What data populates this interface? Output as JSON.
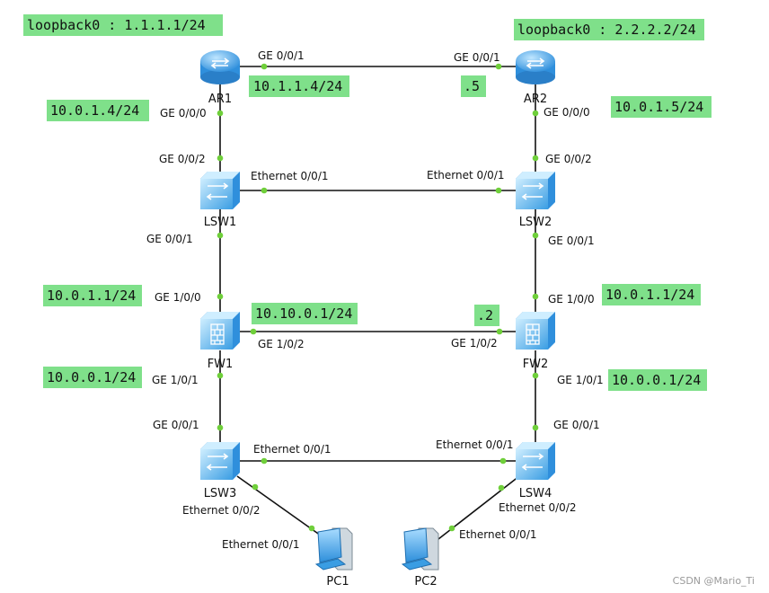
{
  "colors": {
    "tag_bg": "#7fe08a",
    "port_dot": "#6fcf3a",
    "device_blue": "#2f9be6",
    "device_light": "#9bd4f7"
  },
  "devices": {
    "ar1": "AR1",
    "ar2": "AR2",
    "lsw1": "LSW1",
    "lsw2": "LSW2",
    "fw1": "FW1",
    "fw2": "FW2",
    "lsw3": "LSW3",
    "lsw4": "LSW4",
    "pc1": "PC1",
    "pc2": "PC2"
  },
  "ports": {
    "ar1_ge001": "GE 0/0/1",
    "ar2_ge001": "GE 0/0/1",
    "ar1_ge000": "GE 0/0/0",
    "ar2_ge000": "GE 0/0/0",
    "lsw1_ge002": "GE 0/0/2",
    "lsw2_ge002": "GE 0/0/2",
    "lsw1_eth001": "Ethernet 0/0/1",
    "lsw2_eth001": "Ethernet 0/0/1",
    "lsw1_ge001": "GE 0/0/1",
    "lsw2_ge001": "GE 0/0/1",
    "fw1_ge100": "GE 1/0/0",
    "fw2_ge100": "GE 1/0/0",
    "fw1_ge102": "GE 1/0/2",
    "fw2_ge102": "GE 1/0/2",
    "fw1_ge101": "GE 1/0/1",
    "fw2_ge101": "GE 1/0/1",
    "lsw3_ge001": "GE 0/0/1",
    "lsw4_ge001": "GE 0/0/1",
    "lsw3_eth001": "Ethernet 0/0/1",
    "lsw4_eth001": "Ethernet 0/0/1",
    "lsw3_eth002": "Ethernet 0/0/2",
    "lsw4_eth002": "Ethernet 0/0/2",
    "pc1_eth001": "Ethernet 0/0/1",
    "pc2_eth001": "Ethernet 0/0/1"
  },
  "tags": {
    "ar1_loopback": "loopback0 : 1.1.1.1/24",
    "ar2_loopback": "loopback0 : 2.2.2.2/24",
    "ar_link_ar1": "10.1.1.4/24",
    "ar_link_ar2": ".5",
    "ar1_down": "10.0.1.4/24",
    "ar2_down": "10.0.1.5/24",
    "fw1_up": "10.0.1.1/24",
    "fw2_up": "10.0.1.1/24",
    "fw_link_fw1": "10.10.0.1/24",
    "fw_link_fw2": ".2",
    "fw1_down": "10.0.0.1/24",
    "fw2_down": "10.0.0.1/24"
  },
  "watermark": "CSDN @Mario_Ti"
}
